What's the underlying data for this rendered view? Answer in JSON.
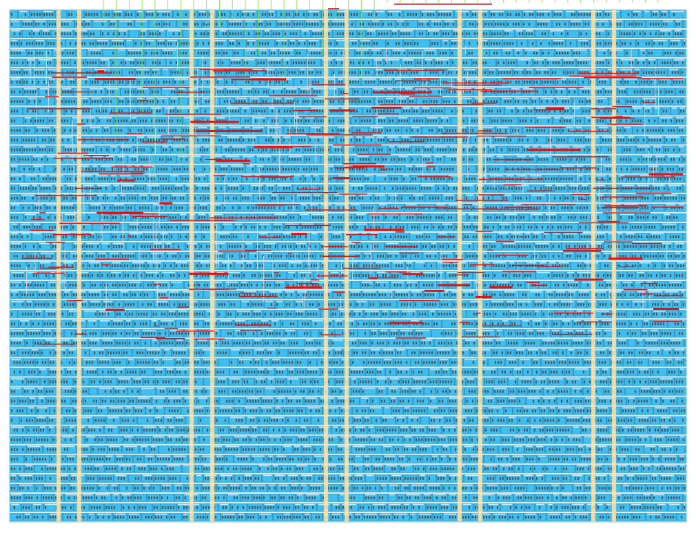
{
  "view": {
    "kind": "standard-cell placement and routing layout",
    "row_count": 53,
    "pin_count": 44
  },
  "colors": {
    "background": "#ffffff",
    "cell_fill": "#3fbef0",
    "cell_outline": "#2a7fa8",
    "cell_glyph": "#4a4a4a",
    "power_strap": "#ffe6b0",
    "power_strap_outline": "#e8c27a",
    "pin": "#8ee65a",
    "pin_label": "#6fcf3f",
    "route_horizontal": "#d21818",
    "route_vertical": "#d8d8e0",
    "boundary": "#7fd0ef"
  },
  "icons": {
    "pin": "pin-marker-icon",
    "cell": "standard-cell-glyph"
  }
}
